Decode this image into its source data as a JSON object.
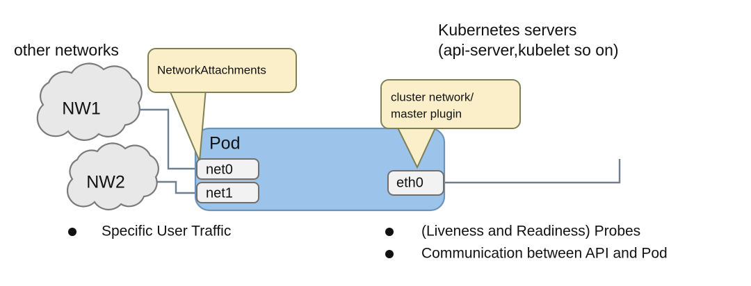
{
  "diagram": {
    "title_labels": {
      "other_networks": "other networks",
      "k8s_servers_line1": "Kubernetes servers",
      "k8s_servers_line2": "(api-server,kubelet so on)"
    },
    "callouts": [
      {
        "id": "network-attachments",
        "text": "NetworkAttachments",
        "points_to": "net0"
      },
      {
        "id": "cluster-network",
        "line1": "cluster network/",
        "line2": "master plugin",
        "points_to": "eth0"
      }
    ],
    "clouds": [
      {
        "id": "nw1",
        "label": "NW1"
      },
      {
        "id": "nw2",
        "label": "NW2"
      }
    ],
    "pod": {
      "label": "Pod",
      "interfaces": [
        {
          "id": "net0",
          "label": "net0"
        },
        {
          "id": "net1",
          "label": "net1"
        },
        {
          "id": "eth0",
          "label": "eth0"
        }
      ]
    },
    "bullets_left": [
      "Specific User Traffic"
    ],
    "bullets_right": [
      "(Liveness and Readiness) Probes",
      "Communication between API and Pod"
    ],
    "colors": {
      "pod_fill": "#9CC4EA",
      "pod_stroke": "#6E93B8",
      "callout_fill": "#FBEFC9",
      "callout_stroke": "#7F7F56",
      "cloud_fill": "#E8E8E8",
      "cloud_stroke": "#7A7A7A",
      "iface_fill": "#F2F2F2",
      "iface_stroke": "#6E6E6E",
      "line_stroke": "#6E7F90",
      "text": "#111111"
    }
  }
}
